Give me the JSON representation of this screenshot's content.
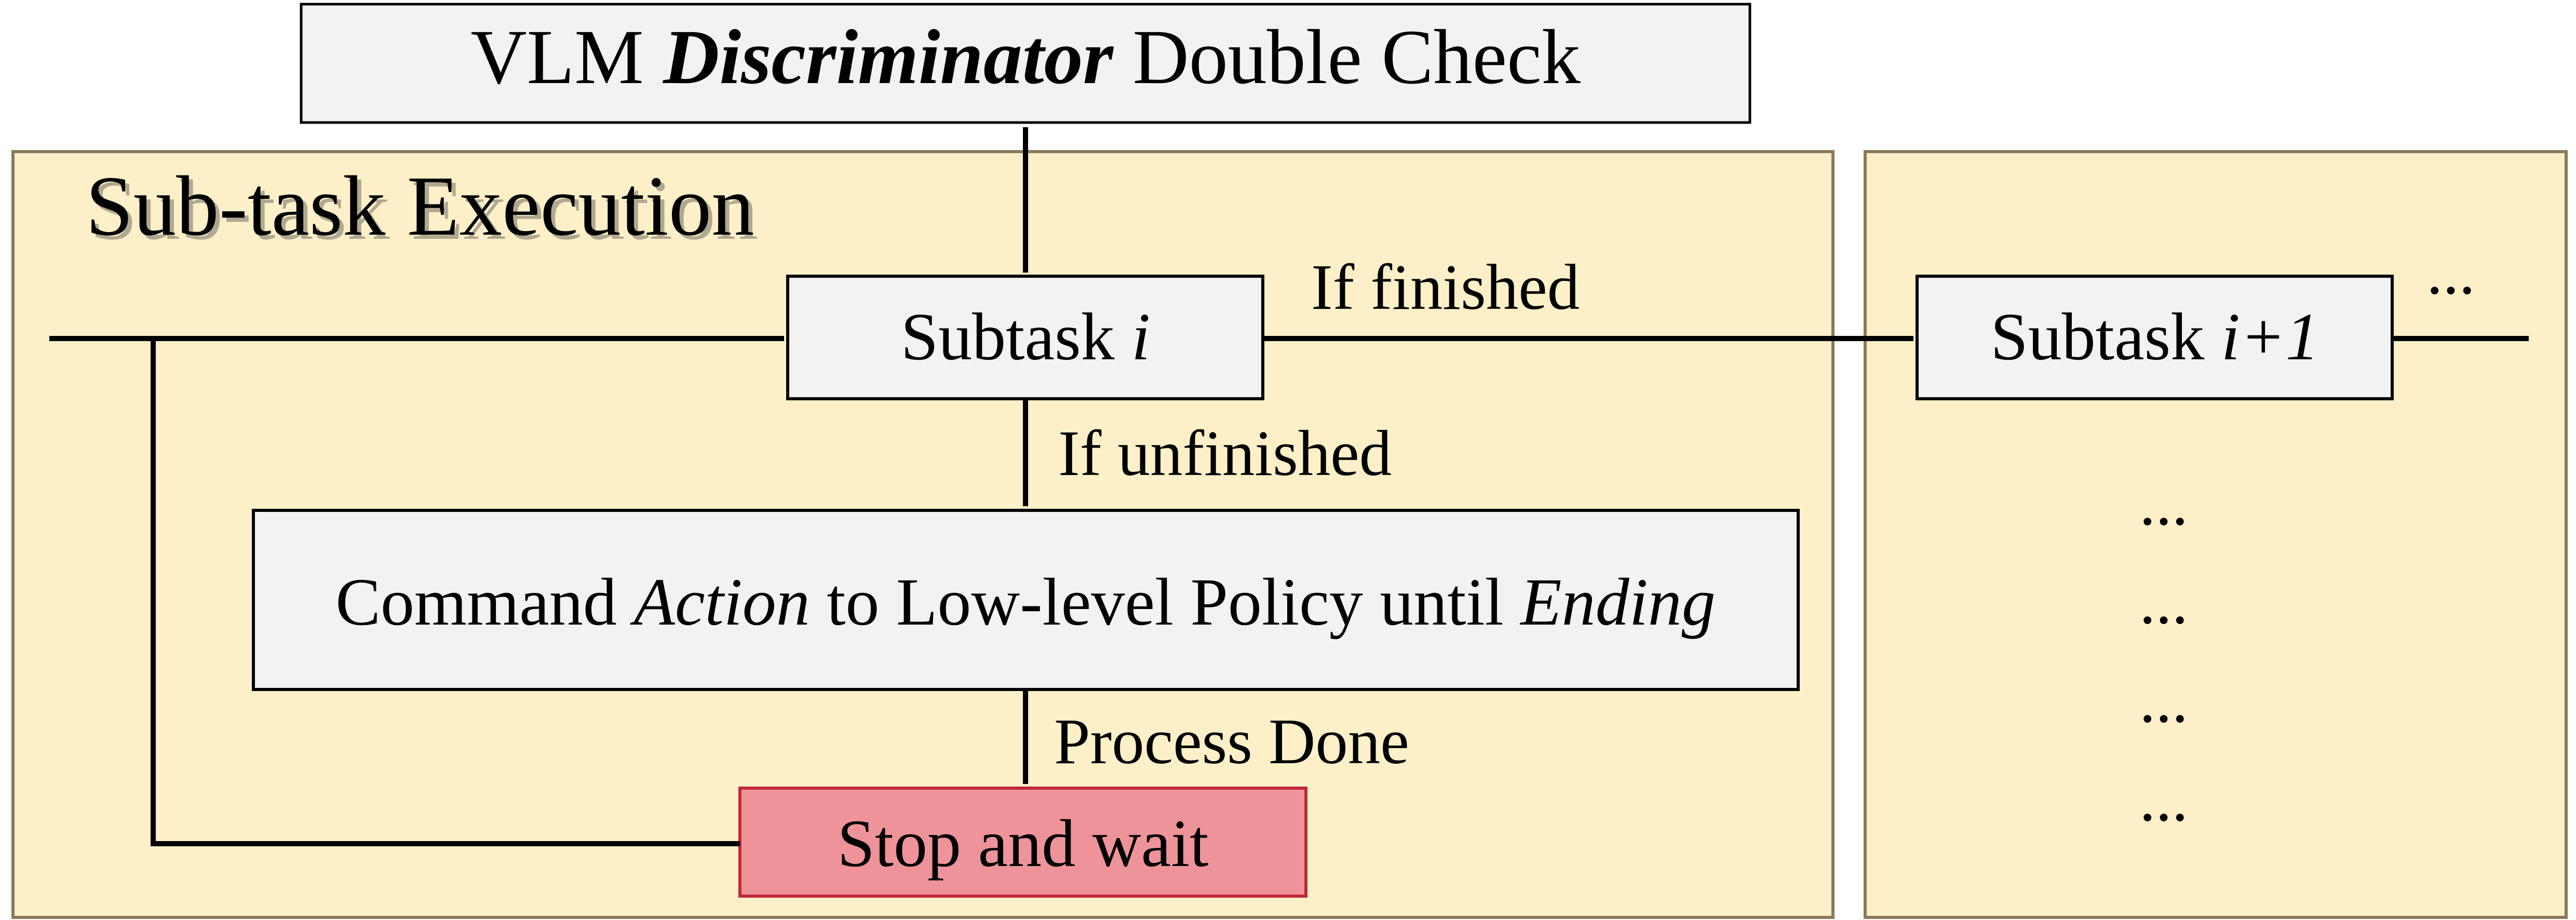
{
  "discriminator": {
    "prefix": "VLM ",
    "emphasis": "Discriminator",
    "suffix": " Double Check"
  },
  "panel_title": "Sub-task Execution",
  "subtask_current": {
    "prefix": "Subtask ",
    "var": "i"
  },
  "subtask_next": {
    "prefix": "Subtask ",
    "var": "i+1"
  },
  "command": {
    "part1": "Command ",
    "action": "Action",
    "part2": " to Low-level Policy until ",
    "ending": "Ending"
  },
  "stop_label": "Stop and wait",
  "edges": {
    "finished": "If finished",
    "unfinished": "If unfinished",
    "done": "Process Done"
  },
  "ellipsis": "...",
  "ellipsis_column": [
    "...",
    "...",
    "...",
    "..."
  ],
  "colors": {
    "panel_fill": "#fdf0c8",
    "panel_stroke": "#8a7a5a",
    "box_fill": "#f2f2f2",
    "stop_fill": "#ee9399",
    "stop_stroke": "#c0283a",
    "line": "#000000"
  }
}
